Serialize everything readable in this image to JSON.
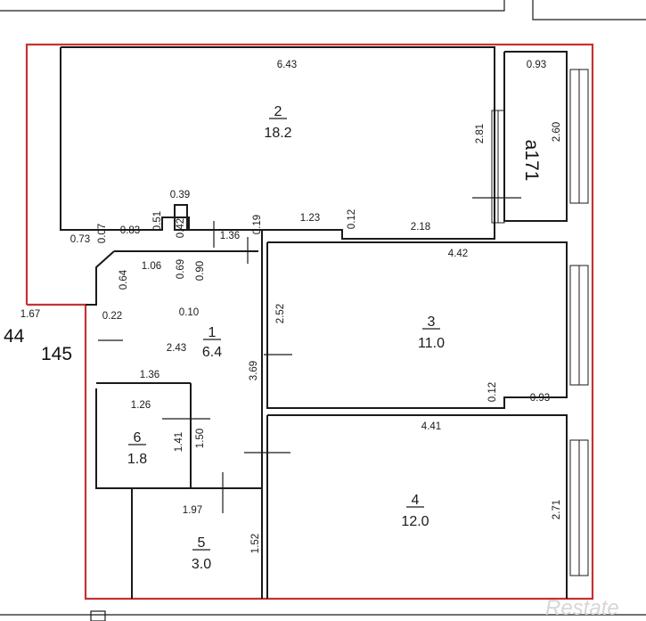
{
  "rooms": [
    {
      "number": "1",
      "area": "6.4"
    },
    {
      "number": "2",
      "area": "18.2"
    },
    {
      "number": "3",
      "area": "11.0"
    },
    {
      "number": "4",
      "area": "12.0"
    },
    {
      "number": "5",
      "area": "3.0"
    },
    {
      "number": "6",
      "area": "1.8"
    }
  ],
  "balcony_label": "a171",
  "outside_labels": {
    "left_a": "44",
    "left_b": "145"
  },
  "dimensions": [
    "6.43",
    "0.93",
    "2.81",
    "2.60",
    "0.39",
    "0.51",
    "0.42",
    "0.07",
    "0.73",
    "0.83",
    "1.36",
    "0.19",
    "1.23",
    "0.12",
    "2.18",
    "0.64",
    "1.06",
    "0.69",
    "0.90",
    "4.42",
    "1.67",
    "0.22",
    "0.10",
    "2.52",
    "2.43",
    "3.69",
    "1.36",
    "0.12",
    "0.93",
    "1.26",
    "4.41",
    "1.41",
    "1.50",
    "1.97",
    "2.71",
    "1.52"
  ],
  "watermark": "Restate"
}
